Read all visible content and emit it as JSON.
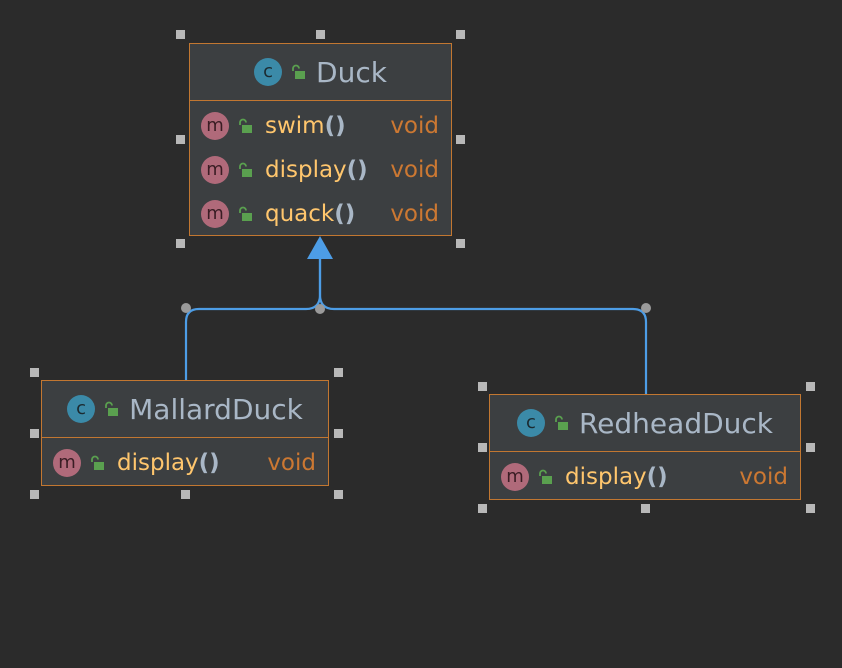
{
  "colors": {
    "background": "#2b2b2b",
    "border": "#c27731",
    "edge": "#4d9de6",
    "method": "#ffc66d",
    "return_type": "#cc7832"
  },
  "classes": {
    "duck": {
      "icon": "class-icon",
      "badge": "c",
      "name": "Duck",
      "methods": [
        {
          "badge": "m",
          "name": "swim",
          "parens": "()",
          "return": "void"
        },
        {
          "badge": "m",
          "name": "display",
          "parens": "()",
          "return": "void"
        },
        {
          "badge": "m",
          "name": "quack",
          "parens": "()",
          "return": "void"
        }
      ]
    },
    "mallard": {
      "icon": "class-icon",
      "badge": "c",
      "name": "MallardDuck",
      "methods": [
        {
          "badge": "m",
          "name": "display",
          "parens": "()",
          "return": "void"
        }
      ]
    },
    "redhead": {
      "icon": "class-icon",
      "badge": "c",
      "name": "RedheadDuck",
      "methods": [
        {
          "badge": "m",
          "name": "display",
          "parens": "()",
          "return": "void"
        }
      ]
    }
  },
  "relations": [
    {
      "type": "inheritance",
      "from": "MallardDuck",
      "to": "Duck"
    },
    {
      "type": "inheritance",
      "from": "RedheadDuck",
      "to": "Duck"
    }
  ]
}
